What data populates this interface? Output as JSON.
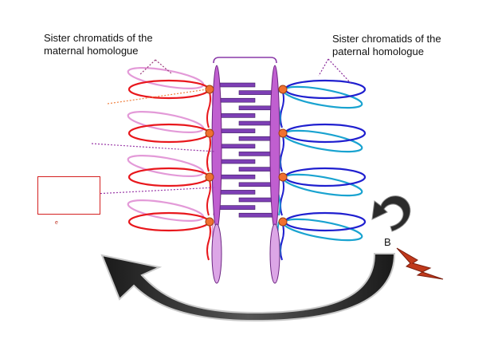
{
  "labels": {
    "maternal_line1": "Sister chromatids of the",
    "maternal_line2": "maternal homologue",
    "paternal_line1": "Sister chromatids of the",
    "paternal_line2": "paternal homologue",
    "b_marker": "B",
    "small_mark": "e"
  },
  "colors": {
    "maternal_red": "#e8171c",
    "maternal_pink": "#e39ad8",
    "paternal_blue": "#1f1fcf",
    "paternal_cyan": "#19a3d0",
    "axis_purple": "#c05fd0",
    "complex_purple": "#7d3fb5",
    "node_orange": "#f07030",
    "arrow_dark": "#2b2b2b",
    "bolt_red": "#c0391b"
  },
  "icons": [
    "lightning-bolt-icon",
    "curved-arrow-icon"
  ]
}
